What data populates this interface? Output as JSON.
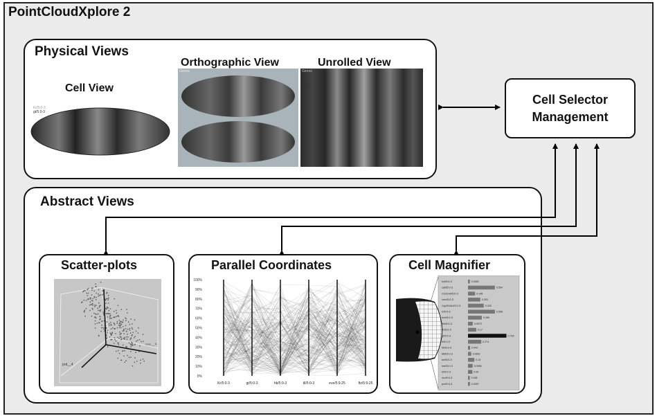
{
  "title": "PointCloudXplore 2",
  "physical_views": {
    "title": "Physical Views",
    "cell_view": {
      "title": "Cell View",
      "legend": [
        "Kr/5:0-3",
        "gt/5:0-3"
      ]
    },
    "orthographic_view": {
      "title": "Orthographic View",
      "tag": "Genes"
    },
    "unrolled_view": {
      "title": "Unrolled View",
      "tag": "Genes"
    }
  },
  "cell_selector": {
    "line1": "Cell Selector",
    "line2": "Management"
  },
  "abstract_views": {
    "title": "Abstract Views",
    "scatter_plots": {
      "title": "Scatter-plots",
      "axis_x": "prd__4",
      "axis_y": "eve__4"
    },
    "parallel_coordinates": {
      "title": "Parallel Coordinates",
      "y_ticks": [
        "100%",
        "90%",
        "80%",
        "70%",
        "60%",
        "50%",
        "40%",
        "30%",
        "20%",
        "10%",
        "0%"
      ],
      "axes": [
        "Kr/5:0-3",
        "gt/5:0-3",
        "hb/5:0-3",
        "tll/5:0-3",
        "eve/5:9-25",
        "ftz/5:9-25"
      ]
    },
    "cell_magnifier": {
      "title": "Cell Magnifier"
    }
  },
  "chart_data": {
    "type": "bar",
    "categories": [
      "kni/5:0-3",
      "cad/5:0-3",
      "CG2x43/5:0-3",
      "croc/5:0-3",
      "Cyp310a1/5:0-3",
      "D/5:0-3",
      "eve/5:0-3",
      "fkh/5:0-3",
      "ftz/5:0-3",
      "gt/5:0-3",
      "h/5:0-3",
      "hb/5:0-3",
      "Mdl/5:0-3",
      "kni/5:0-3",
      "knrl/5:0-3",
      "kr/5:0-3",
      "run/5:0-3",
      "prd/5:0-3"
    ],
    "values": [
      0.0382,
      0.554,
      0.146,
      0.253,
      0.325,
      0.556,
      0.285,
      0.0973,
      0.17,
      0.793,
      0.274,
      0.043,
      0.0652,
      0.13,
      0.0956,
      0.09,
      0.036,
      0.0397
    ],
    "labels": [
      "0.0382",
      "0.554",
      "0.146",
      "0.253",
      "0.325",
      "0.556",
      "0.285",
      "0.0973",
      "0.17",
      "0.793",
      "0.274",
      "0.043",
      "0.0652",
      "0.13",
      "0.0956",
      "0.09",
      "0.036",
      "0.0397"
    ],
    "highlight_index": 9,
    "xlim": [
      0,
      1
    ]
  }
}
